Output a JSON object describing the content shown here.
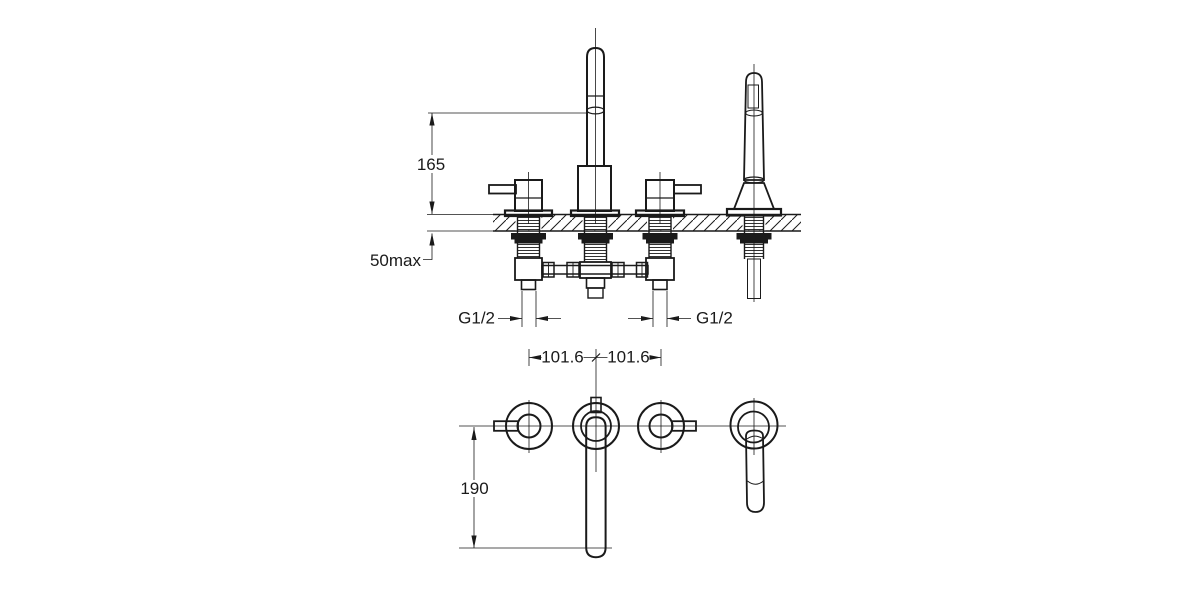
{
  "page": {
    "background": "#ffffff",
    "line_color": "#1a1a1a"
  },
  "drawing": {
    "type": "technical-drawing",
    "subject": "deck-mounted bath mixer with hand shower, elevation and plan views",
    "annotations": {
      "spout_height": "165",
      "max_deck_thickness": "50max",
      "left_inlet_thread": "G1/2",
      "right_inlet_thread": "G1/2",
      "hole_spacing_left": "101.6",
      "hole_spacing_right": "101.6",
      "spout_projection": "190"
    }
  }
}
